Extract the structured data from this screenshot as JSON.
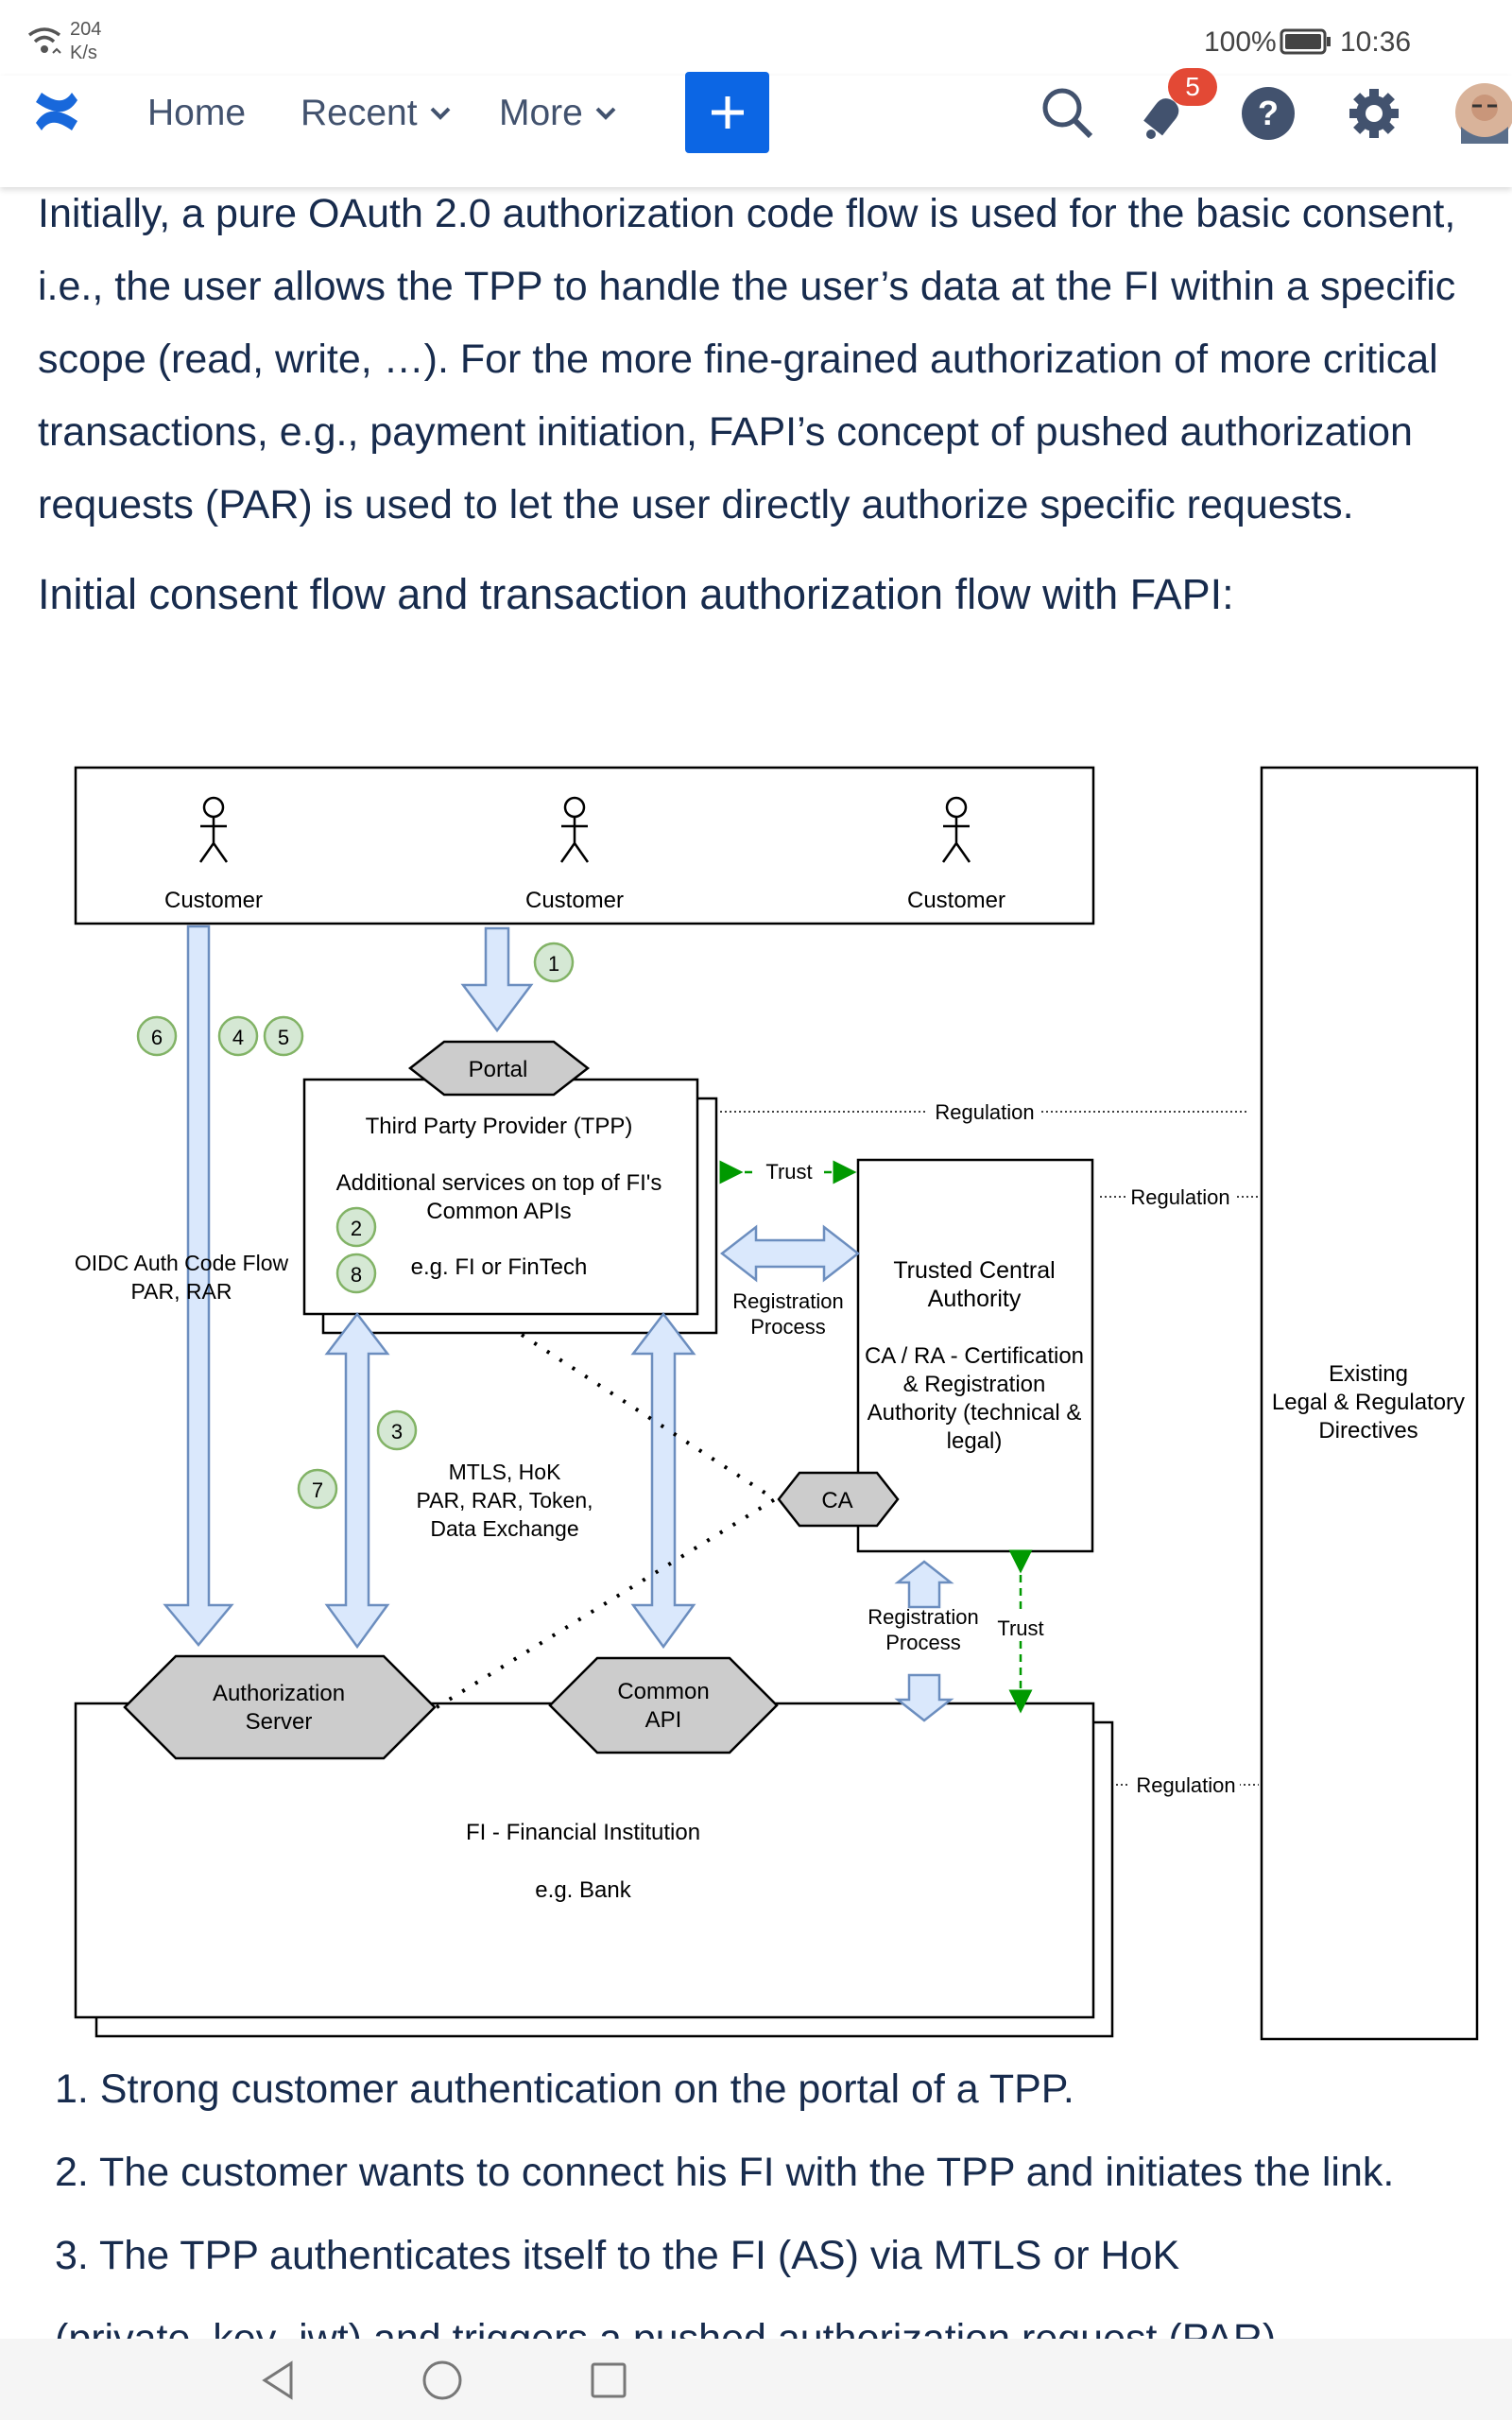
{
  "status": {
    "speed_value": "204",
    "speed_unit": "K/s",
    "battery": "100%",
    "time": "10:36"
  },
  "nav": {
    "home": "Home",
    "recent": "Recent",
    "more": "More",
    "notification_count": "5"
  },
  "content": {
    "paragraph": "Initially, a pure OAuth 2.0 authorization code flow is used for the basic consent, i.e., the user allows the TPP to handle the user’s data at the FI within a specific scope (read, write, …). For the more fine-grained authorization of more critical transactions, e.g., payment initiation, FAPI’s concept of pushed authorization requests (PAR) is used to let the user directly authorize specific requests.",
    "subheading": "Initial consent flow and transaction authorization flow with FAPI:",
    "list": [
      "1. Strong customer authentication on the portal of a TPP.",
      "2. The customer wants to connect his FI with the TPP and initiates the link.",
      "3. The TPP authenticates itself to the FI (AS) via MTLS or HoK",
      "(private_key_jwt) and triggers a pushed authorization request (PAR)"
    ]
  },
  "diagram": {
    "actors": [
      "Customer",
      "Customer",
      "Customer"
    ],
    "steps": [
      "1",
      "2",
      "3",
      "4",
      "5",
      "6",
      "7",
      "8"
    ],
    "portal": "Portal",
    "tpp": {
      "title": "Third Party Provider (TPP)",
      "desc1": "Additional services on top of FI's",
      "desc2": "Common APIs",
      "example": "e.g. FI or FinTech"
    },
    "oidc1": "OIDC Auth Code Flow",
    "oidc2": "PAR, RAR",
    "mtls1": "MTLS, HoK",
    "mtls2": "PAR, RAR, Token,",
    "mtls3": "Data Exchange",
    "regulation": "Regulation",
    "trust": "Trust",
    "registration": "Registration",
    "process": "Process",
    "tca": {
      "title1": "Trusted Central",
      "title2": "Authority",
      "d1": "CA / RA - Certification",
      "d2": "& Registration",
      "d3": "Authority (technical &",
      "d4": "legal)"
    },
    "ca": "CA",
    "existing1": "Existing",
    "existing2": "Legal & Regulatory",
    "existing3": "Directives",
    "auth1": "Authorization",
    "auth2": "Server",
    "api1": "Common",
    "api2": "API",
    "fi_title": "FI - Financial Institution",
    "fi_example": "e.g. Bank"
  },
  "colors": {
    "accent": "#0c66e4",
    "badge": "#e34935",
    "step_fill": "#d5e8d4",
    "step_stroke": "#82b366",
    "arrow_fill": "#dae8fc",
    "arrow_stroke": "#6c8ebf",
    "hex_fill": "#cccccc",
    "trust_green": "#009900"
  },
  "icons": [
    "wifi-icon",
    "confluence-logo-icon",
    "chevron-down-icon",
    "plus-icon",
    "search-icon",
    "bell-icon",
    "help-icon",
    "gear-icon",
    "avatar",
    "back-icon",
    "home-circle-icon",
    "recents-square-icon"
  ]
}
